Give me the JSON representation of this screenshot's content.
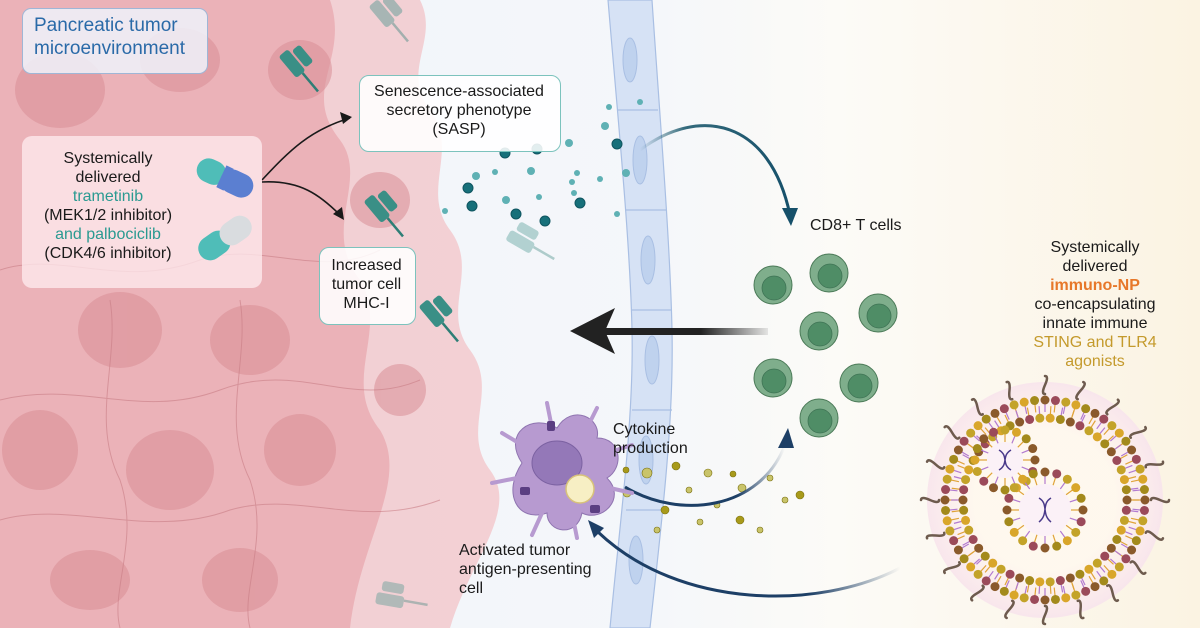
{
  "title": {
    "line1": "Pancreatic tumor",
    "line2": "microenvironment"
  },
  "drug_panel": {
    "line1": "Systemically",
    "line2": "delivered",
    "drug1": "trametinib",
    "drug1_desc": "(MEK1/2 inhibitor)",
    "drug2": "and palbociclib",
    "drug2_desc": "(CDK4/6 inhibitor)"
  },
  "sasp_box": {
    "line1": "Senescence-associated",
    "line2": "secretory phenotype",
    "line3": "(SASP)"
  },
  "mhc_box": {
    "line1": "Increased",
    "line2": "tumor cell",
    "line3": "MHC-I"
  },
  "tcells": {
    "label": "CD8+ T cells"
  },
  "nanoparticle": {
    "line1": "Systemically",
    "line2": "delivered",
    "line3": "immuno-NP",
    "line4": "co-encapsulating",
    "line5": "innate immune",
    "line6": "STING and TLR4",
    "line7": "agonists"
  },
  "cytokine": {
    "line1": "Cytokine",
    "line2": "production"
  },
  "apc": {
    "line1": "Activated tumor",
    "line2": "antigen-presenting",
    "line3": "cell"
  },
  "colors": {
    "tumor": "#e9a3a8",
    "tissue": "#eef3fa",
    "background": "#fbf7ee",
    "teal_accent": "#2a9a91",
    "immuno_np": "#e7782a",
    "agonists": "#c49a2c",
    "arrow_dark": "#1d4a6b",
    "tcell": "#5f9a74"
  }
}
